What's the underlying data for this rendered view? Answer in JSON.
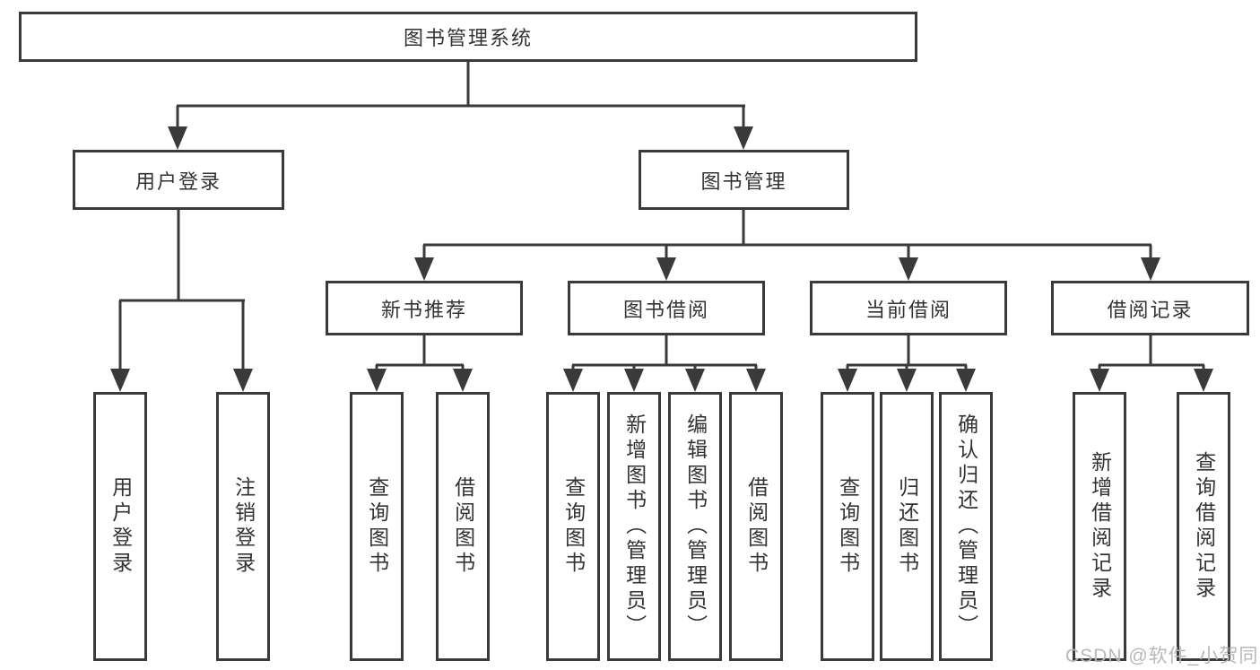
{
  "diagram": {
    "title": "图书管理系统",
    "tree": {
      "root": {
        "label": "图书管理系统",
        "children": [
          {
            "label": "用户登录",
            "children": [
              {
                "label": "用户登录"
              },
              {
                "label": "注销登录"
              }
            ]
          },
          {
            "label": "图书管理",
            "children": [
              {
                "label": "新书推荐",
                "children": [
                  {
                    "label": "查询图书"
                  },
                  {
                    "label": "借阅图书"
                  }
                ]
              },
              {
                "label": "图书借阅",
                "children": [
                  {
                    "label": "查询图书"
                  },
                  {
                    "label": "新增图书（管理员）"
                  },
                  {
                    "label": "编辑图书（管理员）"
                  },
                  {
                    "label": "借阅图书"
                  }
                ]
              },
              {
                "label": "当前借阅",
                "children": [
                  {
                    "label": "查询图书"
                  },
                  {
                    "label": "归还图书"
                  },
                  {
                    "label": "确认归还（管理员）"
                  }
                ]
              },
              {
                "label": "借阅记录",
                "children": [
                  {
                    "label": "新增借阅记录"
                  },
                  {
                    "label": "查询借阅记录"
                  }
                ]
              }
            ]
          }
        ]
      }
    }
  },
  "watermark": {
    "text": "CSDN @软件_小贺同学"
  },
  "colors": {
    "line": "#3a3a3a",
    "text": "#333333",
    "box_background": "#ffffff",
    "page_background": "#ffffff",
    "watermark": "#b8b8b8"
  }
}
